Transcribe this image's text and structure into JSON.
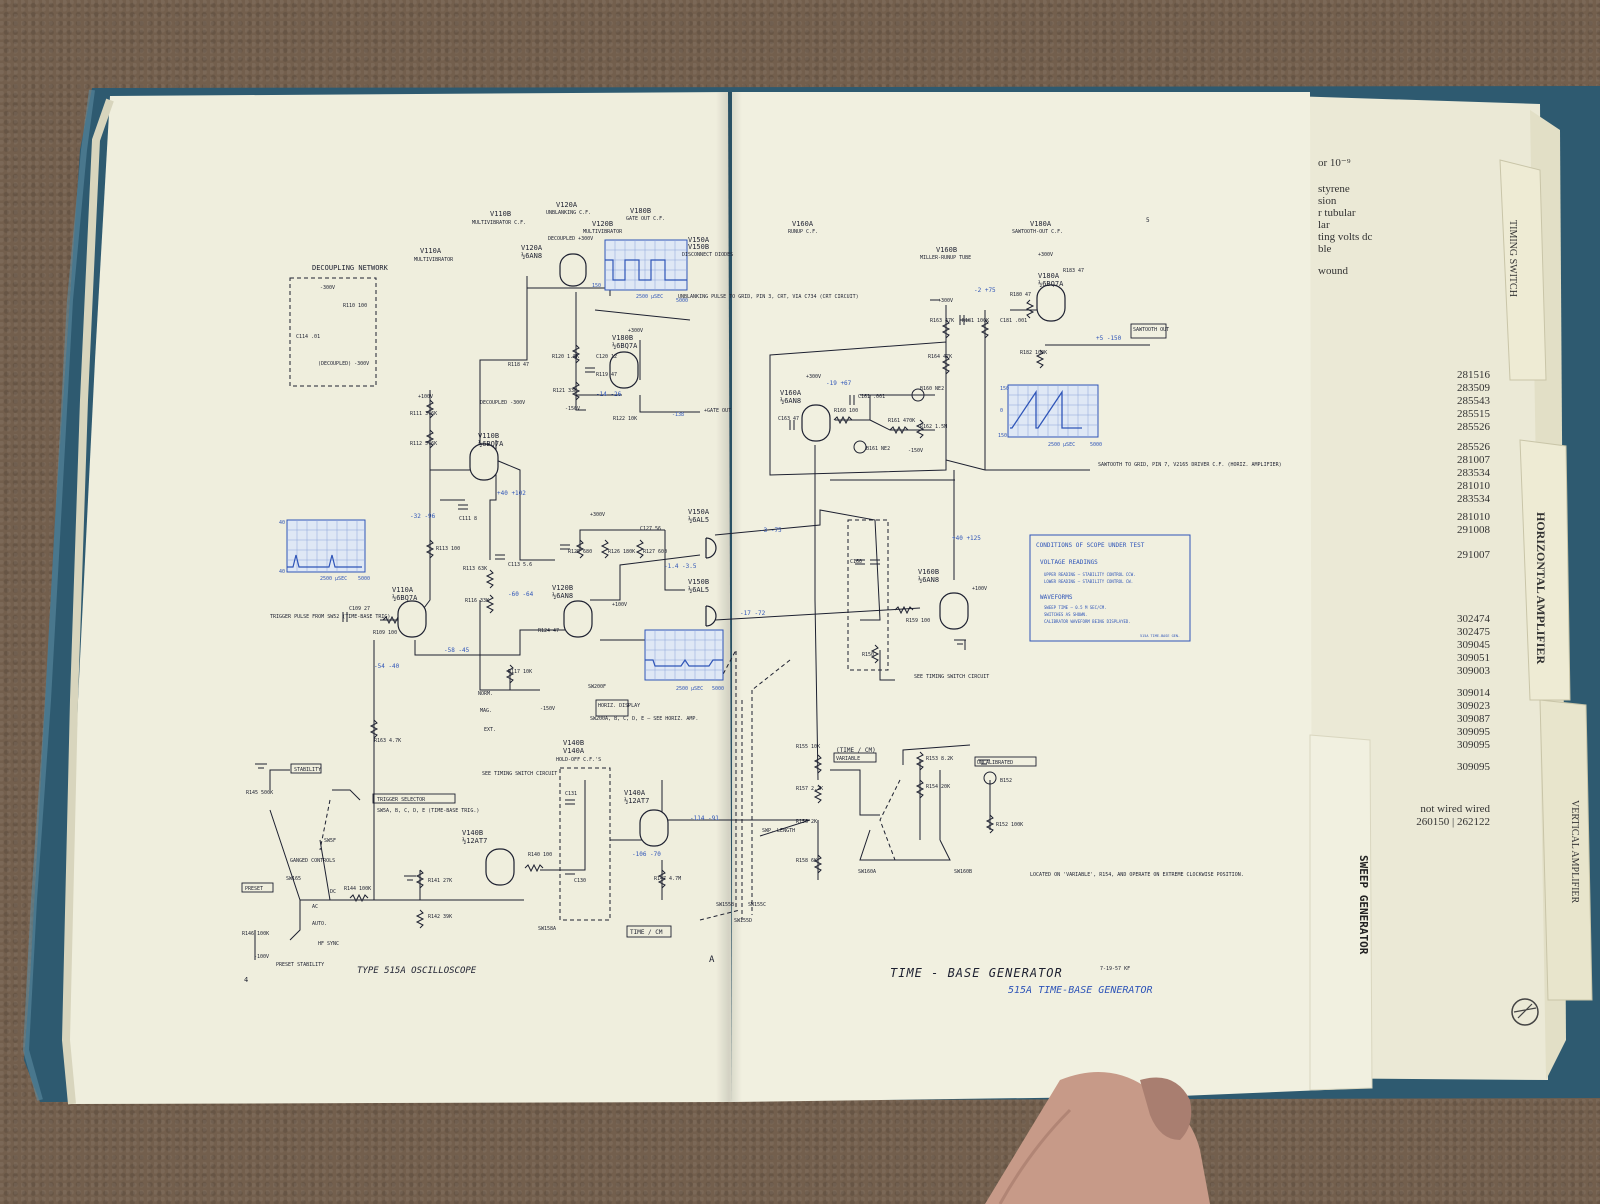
{
  "left_page": {
    "tube_titles": {
      "v110b": "V110B",
      "v110b_sub": "MULTIVIBRATOR C.F.",
      "v120a": "V120A",
      "v120a_sub": "UNBLANKING C.F.",
      "v180b": "V180B",
      "v180b_sub": "GATE OUT C.F.",
      "v120b": "V120B",
      "v120b_sub": "MULTIVIBRATOR",
      "v150a": "V150A",
      "v150b": "V150B",
      "v150_sub": "DISCONNECT DIODES",
      "v110a": "V110A",
      "v110a_sub": "MULTIVIBRATOR"
    },
    "decoupling": {
      "title": "DECOUPLING NETWORK",
      "voltage": "-300V",
      "r110": "R110 100",
      "c114": "C114 .01",
      "decoupled": "(DECOUPLED) -300V"
    },
    "upper_tube": {
      "name": "V120A",
      "type": "½6AN8",
      "decoupled": "DECOUPLED +300V"
    },
    "unblanking": "UNBLANKING PULSE TO GRID, PIN 3, CRT, VIA C734 (CRT CIRCUIT)",
    "gate_out": "+GATE OUT",
    "mid_tube": {
      "name": "V180B",
      "type": "½6BQ7A",
      "plus": "+300V"
    },
    "r120": "R120 1.5K",
    "c120": "C120 12",
    "r119": "R119 47",
    "r121": "R121 33K",
    "r122": "R122 10K",
    "v180b_volts": "-14 -26",
    "minus150": "-150V",
    "gate_volt": "-138",
    "r118": "R118 47",
    "r111": "R111 3.6K",
    "r112": "R112 5.6K",
    "plus100": "+100V",
    "v110b_tube": {
      "name": "V110B",
      "type": "½6BQ7A",
      "decoupled": "DECOUPLED -300V"
    },
    "c111": "C111 8",
    "v40": "+40 +102",
    "v32": "-32 -96",
    "r113a": "R113 100",
    "r113": "R113 63K",
    "c113": "C113 5.6",
    "r116": "R116 33K",
    "v60": "-60 -64",
    "trigger_pulse": "TRIGGER PULSE FROM SW52 (TIME-BASE TRIG)",
    "c109": "C109 27",
    "r109": "R109 100",
    "v110a_tube": {
      "name": "V110A",
      "type": "½6BQ7A"
    },
    "v58": "-58 -45",
    "v120b_tube": {
      "name": "V120B",
      "type": "½6AN8",
      "plus": "+100V"
    },
    "r124": "R124 47",
    "r125": "R125 680",
    "r126": "R126 180K",
    "r127": "R127 600",
    "c127": "C127 56",
    "plus300": "+300V",
    "v14": "-1.4 -3.5",
    "v150a_tube": {
      "name": "V150A",
      "type": "½6AL5"
    },
    "v150b_tube": {
      "name": "V150B",
      "type": "½6AL5"
    },
    "r117": "R117 10K",
    "sw200f": "SW200F",
    "horiz_display": "HORIZ. DISPLAY",
    "norm": "NORM.",
    "mag": "MAG.",
    "ext": "EXT.",
    "sw200": "SW200A, B, C, D, E — SEE HORIZ. AMP.",
    "r163": "R163 4.7K",
    "v54": "-54 -40",
    "v140": {
      "b": "V140B",
      "a": "V140A",
      "sub": "HOLD-OFF C.F.'S"
    },
    "see_timing": "SEE TIMING SWITCH CIRCUIT",
    "stability": "STABILITY",
    "r145": "R145 500K",
    "trigger_selector": "TRIGGER SELECTOR",
    "sw5": "SW5A, B, C, D, E (TIME-BASE TRIG.)",
    "sw5f": "SW5F",
    "ganged": "GANGED CONTROLS",
    "sw165": "SW165",
    "preset": "PRESET",
    "r146": "R146 100K",
    "r144": "R144 100K",
    "ac": "AC",
    "auto": "AUTO.",
    "dc": "DC",
    "hfsync": "HF SYNC",
    "preset_stab": "PRESET STABILITY",
    "minus100": "-100V",
    "v140b_tube": {
      "name": "V140B",
      "type": "½12AT7"
    },
    "v140a_tube": {
      "name": "V140A",
      "type": "½12AT7"
    },
    "r141": "R141 27K",
    "r142": "R142 39K",
    "r140": "R140 100",
    "c131": "C131",
    "c130": "C130",
    "sw158a": "SW158A",
    "time_cm": "TIME / CM",
    "r147": "R147 4.7M",
    "v106": "-106 -70",
    "v114": "-114 -91",
    "type515": "TYPE 515A OSCILLOSCOPE",
    "page_num": "4",
    "center_a": "A",
    "wave1": {
      "top": "150",
      "t1": "2500 μSEC",
      "t2": "5000"
    },
    "wave2": {
      "top": "40",
      "bot": "40",
      "t1": "2500 μSEC",
      "t2": "5000"
    },
    "wave3": {
      "t1": "2500 μSEC",
      "t2": "5000"
    }
  },
  "right_page": {
    "v160a_title": "V160A",
    "v160a_sub": "RUNUP C.F.",
    "v180a_title": "V180A",
    "v180a_sub": "SAWTOOTH-OUT C.F.",
    "v160b_title": "V160B",
    "v160b_sub": "MILLER-RUNUP TUBE",
    "page_mark": "5",
    "v180a_tube": {
      "name": "V180A",
      "type": "½6BQ7A",
      "plus": "+300V",
      "v": "-2 +75"
    },
    "r183": "R183 47",
    "r180": "R180 47",
    "c181": "C181 .001",
    "r163a": "R163 47K",
    "r181": "R181 100K",
    "r182": "R182 100K",
    "r164": "R164 47K",
    "plus300": "+300V",
    "sawtooth_out": "SAWTOOTH OUT",
    "v5": "+5 -150",
    "v160a_tube": {
      "name": "V160A",
      "type": "½6AN8",
      "plus": "+300V"
    },
    "v19": "-19 +67",
    "c161": "C161 .001",
    "b160": "B160 NE2",
    "r160": "R160 100",
    "r161": "R161 470K",
    "r162": "R162 1.5M",
    "c163": "C163 47",
    "b161": "B161 NE2",
    "minus150": "-150V",
    "wave_saw": {
      "top": "150",
      "mid": "0",
      "bot": "150",
      "t1": "2500 μSEC",
      "t2": "5000"
    },
    "sawtooth_grid": "SAWTOOTH TO GRID, PIN 7, V2165 DRIVER C.F. (HORIZ. AMPLIFIER)",
    "conditions": {
      "title": "CONDITIONS OF SCOPE UNDER TEST",
      "voltage": "VOLTAGE READINGS",
      "upper": "UPPER READING — STABILITY CONTROL CCW.",
      "lower": "LOWER READING — STABILITY CONTROL CW.",
      "waveforms": "WAVEFORMS",
      "sweep": "SWEEP TIME — 0.5 M SEC/CM.",
      "switches": "SWITCHES AS SHOWN.",
      "calib": "CALIBRATOR WAVEFORM BEING DISPLAYED.",
      "code": "515A TIME-BASE GEN."
    },
    "v3": "-3 -75",
    "v17": "-17 -72",
    "c160": "C160",
    "v40": "+40 +125",
    "v160b_tube": {
      "name": "V160B",
      "type": "½6AN8",
      "plus": "+100V"
    },
    "r159": "R159 100",
    "r150": "R150",
    "see_timing": "SEE TIMING SWITCH CIRCUIT",
    "r155": "R155 10K",
    "time_cm": "(TIME / CM)",
    "variable": "VARIABLE",
    "r153": "R153 8.2K",
    "r154": "R154 20K",
    "uncalibrated": "UNCALIBRATED",
    "b152": "B152",
    "r157": "R157 2.2K",
    "r156": "R156 2K",
    "swp_length": "SWP. LENGTH",
    "r158": "R158 6K",
    "r152": "R152 100K",
    "sw160a": "SW160A",
    "sw160b": "SW160B",
    "located": "LOCATED ON 'VARIABLE', R154, AND OPERATE ON EXTREME CLOCKWISE POSITION.",
    "sw155b": "SW155B",
    "sw155c": "SW155C",
    "sw155d": "SW155D",
    "title": "TIME - BASE GENERATOR",
    "date": "7-19-57 KF",
    "subtitle": "515A TIME-BASE GENERATOR"
  },
  "back_page": {
    "top_text": [
      "or 10⁻⁹",
      "styrene",
      "sion",
      "r tubular",
      "lar",
      "ting volts dc",
      "ble",
      "wound"
    ],
    "part_numbers_1": [
      "281516",
      "283509",
      "285543",
      "285515",
      "285526"
    ],
    "part_numbers_2": [
      "285526",
      "281007",
      "283534",
      "281010",
      "283534"
    ],
    "part_numbers_3": [
      "281010",
      "291008"
    ],
    "part_numbers_4": [
      "291007"
    ],
    "part_numbers_5": [
      "302474",
      "302475",
      "309045",
      "309051",
      "309003"
    ],
    "part_numbers_6": [
      "309014",
      "309023",
      "309087",
      "309095",
      "309095"
    ],
    "part_numbers_7": [
      "309095"
    ],
    "wired_label": "not wired   wired",
    "wired_values": "260150 | 262122"
  },
  "tabs": {
    "sweep_generator": "SWEEP GENERATOR",
    "horizontal_amplifier": "HORIZONTAL AMPLIFIER",
    "timing_switch": "TIMING SWITCH",
    "vertical_amplifier": "VERTICAL AMPLIFIER"
  },
  "colors": {
    "paper": "#efeedd",
    "ink": "#1d2030",
    "blue": "#2f55b8",
    "binder": "#2e5a70",
    "carpet": "#735f4d"
  }
}
